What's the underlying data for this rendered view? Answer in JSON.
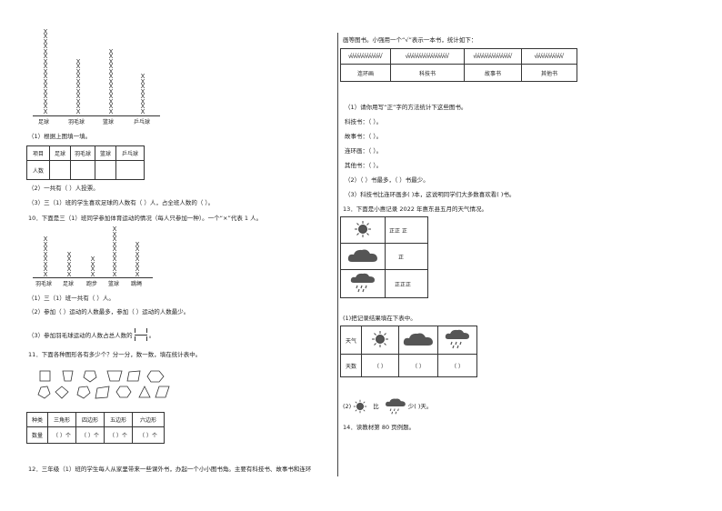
{
  "chart1": {
    "bars": [
      {
        "name": "足球",
        "count": 17
      },
      {
        "name": "羽毛球",
        "count": 11
      },
      {
        "name": "篮球",
        "count": 13
      },
      {
        "name": "乒乓球",
        "count": 8
      }
    ],
    "mark": "X"
  },
  "q1": {
    "title": "（1）根据上图填一填。",
    "headers": [
      "项目",
      "足球",
      "羽毛球",
      "篮球",
      "乒乓球"
    ],
    "row_label": "人数"
  },
  "q1_2": "（2）一共有（    ）人投票。",
  "q1_3": "（3）三（1）班的学生喜欢足球的人数有（   ）人，占全班人数的（   ）。",
  "q10": {
    "title": "10．下面是三（1）班同学参加体育运动的情况（每人只参加一种）。一个“×”代表 1 人。",
    "bars": [
      {
        "name": "羽毛球",
        "count": 8
      },
      {
        "name": "足球",
        "count": 5
      },
      {
        "name": "跑步",
        "count": 4
      },
      {
        "name": "篮球",
        "count": 10
      },
      {
        "name": "跳绳",
        "count": 7
      }
    ],
    "mark": "X",
    "s1": "（1）三（1）班一共有（    ）人。",
    "s2": "（2）参加（      ）运动的人数最多，参加（      ）运动的人数最少。",
    "s3a": "（3）参加羽毛球运动的人数占总人数的",
    "s3b": "。"
  },
  "q11": {
    "title": "11．下面各种图形各有多少个？分一分，数一数，填在统计表中。",
    "headers": [
      "种类",
      "三角形",
      "四边形",
      "五边形",
      "六边形"
    ],
    "row_label": "数量",
    "cell": "（    ）个"
  },
  "q12": {
    "text": "12．三年级（1）班的学生每人从家里带来一些课外书，办起一个小小图书角。主要有科技书、故事书和连环",
    "cont": "画等图书。小强用一个“√”表示一本书，统计如下：",
    "categories": [
      "连环画",
      "科技书",
      "故事书",
      "其他书"
    ],
    "tick_counts": [
      14,
      18,
      16,
      12
    ],
    "s1": "（1）请你用写“正”字的方法统计下这些图书。",
    "lines": [
      "科技书：（               ）。",
      "故事书：（               ）。",
      "连环画：（               ）。",
      "其他书：（               ）。"
    ],
    "s2": "（2）（    ）书最多，（    ）书最少。",
    "s3": "（3）科技书比连环画多(       )本，这说明同学们大多数喜欢看(       )书。"
  },
  "q13": {
    "title": "13．下面是小惠记录 2022 年惠东县五月的天气情况。",
    "tallies": [
      "正正 正",
      "正",
      "正正正"
    ],
    "s1": "(1)把记录结果填在下表中。",
    "row1_label": "天气",
    "row2_label": "天数",
    "cell": "（          ）",
    "s2a": "(2)",
    "s2b": "比",
    "s2c": "少(          )天。"
  },
  "q14": "14．读教材第 80 页例题。"
}
